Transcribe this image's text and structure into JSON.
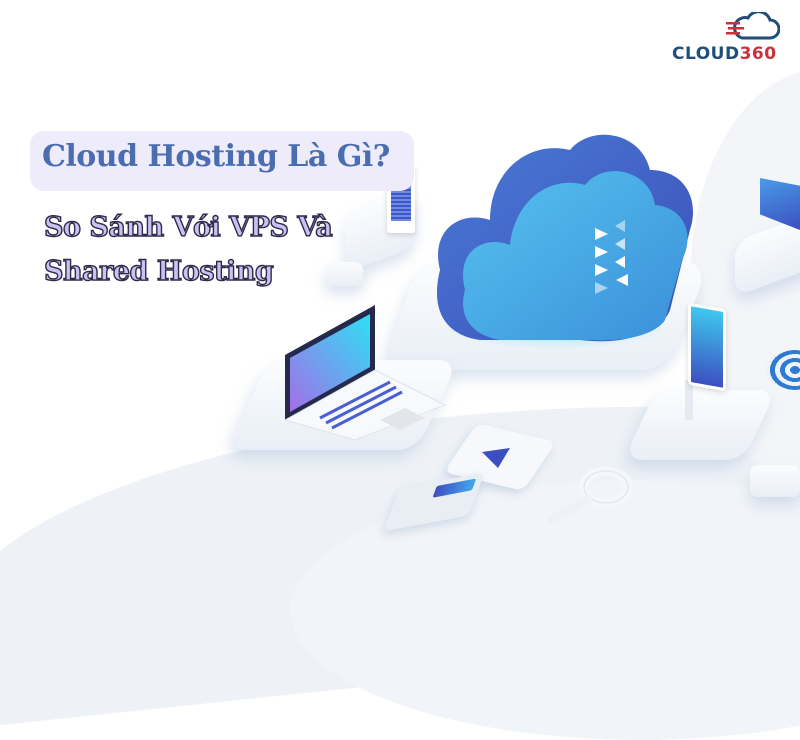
{
  "brand": {
    "logo_part1": "CLOUD",
    "logo_part2": "360",
    "colors": {
      "primary": "#1f4e79",
      "accent": "#c8323a"
    }
  },
  "headline": {
    "title": "Cloud Hosting Là Gì?",
    "subtitle_line1": "So Sánh Với VPS Và",
    "subtitle_line2": "Shared Hosting",
    "colors": {
      "title": "#4a6db0",
      "title_bg": "#eeebfb",
      "subtitle_fill": "#c9c3f2",
      "subtitle_stroke": "#2e2a4a"
    }
  },
  "illustration": {
    "icons": [
      "cloud-icon",
      "laptop-icon",
      "phone-icon",
      "kiosk-icon",
      "document-icon",
      "calculator-icon",
      "card-icon",
      "magnifier-icon",
      "target-icon"
    ],
    "colors": {
      "cloud_light": "#4fb6e6",
      "cloud_dark": "#3f63c9",
      "glow": "#7fe3f5"
    }
  }
}
